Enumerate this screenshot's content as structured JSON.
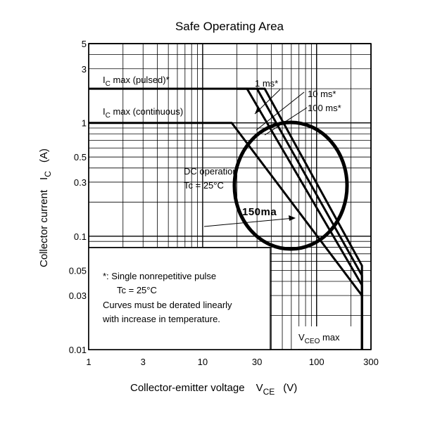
{
  "chart_data": {
    "type": "line",
    "title": "Safe Operating Area",
    "xscale": "log",
    "yscale": "log",
    "xlim": [
      1,
      300
    ],
    "ylim": [
      0.01,
      5
    ],
    "x_ticks": [
      {
        "v": 1,
        "label": "1"
      },
      {
        "v": 3,
        "label": "3"
      },
      {
        "v": 10,
        "label": "10"
      },
      {
        "v": 30,
        "label": "30"
      },
      {
        "v": 100,
        "label": "100"
      },
      {
        "v": 300,
        "label": "300"
      }
    ],
    "y_ticks": [
      {
        "v": 0.01,
        "label": "0.01"
      },
      {
        "v": 0.03,
        "label": "0.03"
      },
      {
        "v": 0.05,
        "label": "0.05"
      },
      {
        "v": 0.1,
        "label": "0.1"
      },
      {
        "v": 0.3,
        "label": "0.3"
      },
      {
        "v": 0.5,
        "label": "0.5"
      },
      {
        "v": 1,
        "label": "1"
      },
      {
        "v": 3,
        "label": "3"
      },
      {
        "v": 5,
        "label": "5"
      }
    ],
    "xlabel": {
      "main": "Collector-emitter voltage",
      "sym": "V",
      "sub": "CE",
      "unit": "(V)"
    },
    "ylabel": {
      "main": "Collector current",
      "sym": "I",
      "sub": "C",
      "unit": "(A)"
    },
    "grid": true,
    "series": [
      {
        "name": "1 ms*",
        "points": [
          [
            20,
            2
          ],
          [
            35,
            2
          ],
          [
            250,
            0.055
          ],
          [
            250,
            0.01
          ]
        ]
      },
      {
        "name": "10 ms*",
        "points": [
          [
            20,
            2
          ],
          [
            30,
            2
          ],
          [
            250,
            0.045
          ],
          [
            250,
            0.01
          ]
        ]
      },
      {
        "name": "100 ms*",
        "points": [
          [
            20,
            2
          ],
          [
            24.5,
            2
          ],
          [
            250,
            0.037
          ],
          [
            250,
            0.01
          ]
        ]
      },
      {
        "name": "IC max (pulsed)*",
        "points": [
          [
            1,
            2
          ],
          [
            20,
            2
          ]
        ]
      },
      {
        "name": "IC max (continuous)",
        "points": [
          [
            1,
            1
          ],
          [
            18,
            1
          ],
          [
            250,
            0.03
          ],
          [
            250,
            0.01
          ]
        ]
      }
    ],
    "annotations": {
      "ic_pulsed": {
        "sym": "I",
        "sub": "C",
        "text": " max (pulsed)*"
      },
      "ic_cont": {
        "sym": "I",
        "sub": "C",
        "text": " max (continuous)"
      },
      "ms1": "1 ms*",
      "ms10": "10 ms*",
      "ms100": "100 ms*",
      "dc1": "DC operation",
      "dc2": "Tc = 25°C",
      "handwritten": "150ma",
      "note1": "*: Single nonrepetitive pulse",
      "note2": "Tc = 25°C",
      "note3": "Curves must be derated linearly",
      "note4": "with increase in temperature.",
      "vceo": {
        "sym": "V",
        "sub": "CEO",
        "text": " max"
      }
    },
    "circle_marker": {
      "center": [
        60,
        0.3
      ]
    }
  }
}
